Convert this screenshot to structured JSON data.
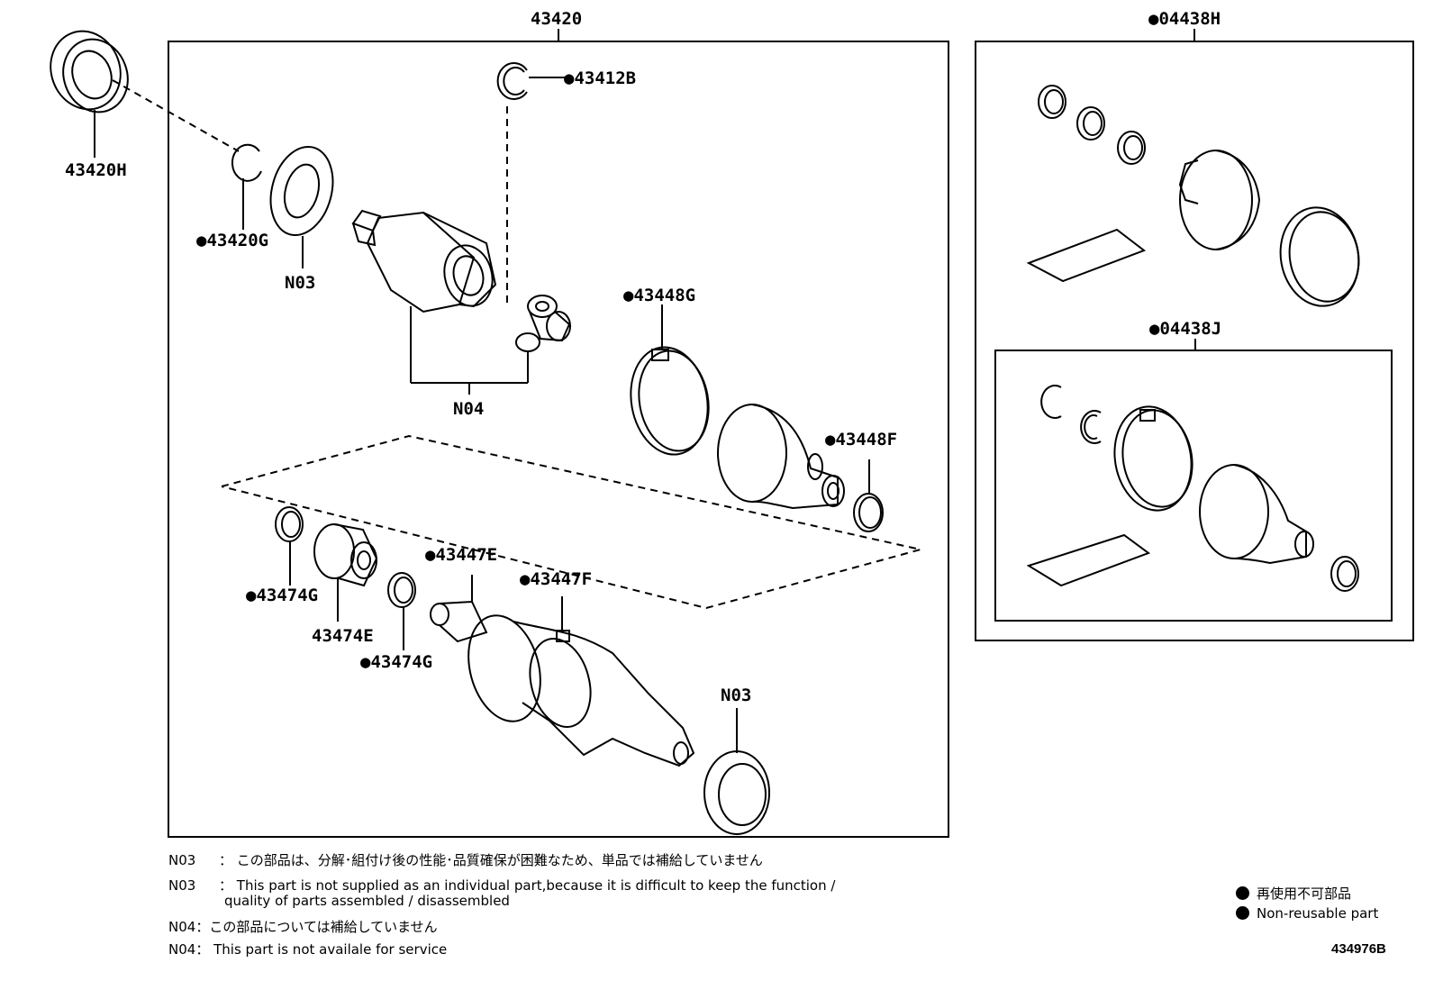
{
  "labels": {
    "assembly": "43420",
    "kit_outer": "●04438H",
    "kit_inner": "●04438J",
    "l_43420H": "43420H",
    "l_43420G": "●43420G",
    "l_N03_top": "N03",
    "l_43412B": "●43412B",
    "l_N04": "N04",
    "l_43448G": "●43448G",
    "l_43448F": "●43448F",
    "l_43474G_a": "●43474G",
    "l_43474E": "43474E",
    "l_43474G_b": "●43474G",
    "l_43447E": "●43447E",
    "l_43447F": "●43447F",
    "l_N03_bottom": "N03"
  },
  "notes": [
    {
      "code": "N03",
      "sep": "：",
      "text": "この部品は、分解･組付け後の性能･品質確保が困難なため、単品では補給していません"
    },
    {
      "code": "N03",
      "sep": "：",
      "text": "This part is not supplied as an individual part,because it is difficult to keep the function /",
      "text2": "quality of parts assembled / disassembled"
    },
    {
      "code": "N04",
      "sep": "：",
      "text": "この部品については補給していません"
    },
    {
      "code": "N04",
      "sep": "：",
      "text": "This part is not availale for service"
    }
  ],
  "legend": {
    "jp": "再使用不可部品",
    "en": "Non-reusable part"
  },
  "figure_id": "434976B"
}
